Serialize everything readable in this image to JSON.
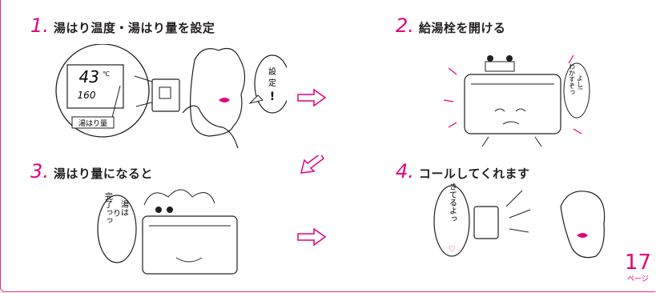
{
  "steps": [
    {
      "num": "1.",
      "title": "湯はり温度・湯はり量を設定"
    },
    {
      "num": "2.",
      "title": "給湯栓を開ける"
    },
    {
      "num": "3.",
      "title": "湯はり量になると"
    },
    {
      "num": "4.",
      "title": "コールしてくれます"
    }
  ],
  "panel": {
    "temp": "43",
    "unit": "℃",
    "volume": "160",
    "label": "湯はり量"
  },
  "bubbles": {
    "setting": [
      "設",
      "定",
      "!"
    ],
    "yoshi": [
      "よし!",
      "わかすぞっ"
    ],
    "done": [
      "湯は",
      "り",
      "完了っっ"
    ],
    "call": [
      "できてるよっ",
      "♡"
    ]
  },
  "page": {
    "number": "17",
    "unit": "ページ"
  },
  "colors": {
    "accent": "#e4007f",
    "arrow": "#e4007f",
    "line": "#231f20"
  }
}
